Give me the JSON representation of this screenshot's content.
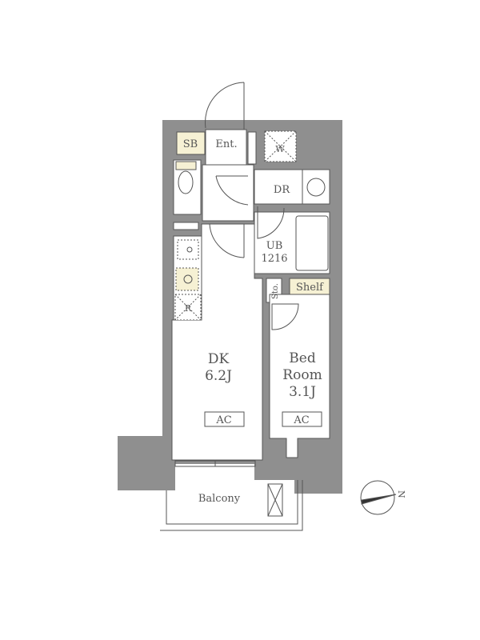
{
  "labels": {
    "sb": "SB",
    "entrance": "Ent.",
    "washer": "W",
    "dressing_room": "DR",
    "unit_bath_1": "UB",
    "unit_bath_2": "1216",
    "storage": "Sto.",
    "shelf": "Shelf",
    "refrigerator": "R",
    "dk_1": "DK",
    "dk_2": "6.2J",
    "bedroom_1": "Bed",
    "bedroom_2": "Room",
    "bedroom_3": "3.1J",
    "ac_dk": "AC",
    "ac_bedroom": "AC",
    "balcony": "Balcony",
    "north": "N"
  },
  "colors": {
    "wall": "#8f8f8f",
    "line": "#555555",
    "yellow": "#f6f1d4"
  }
}
